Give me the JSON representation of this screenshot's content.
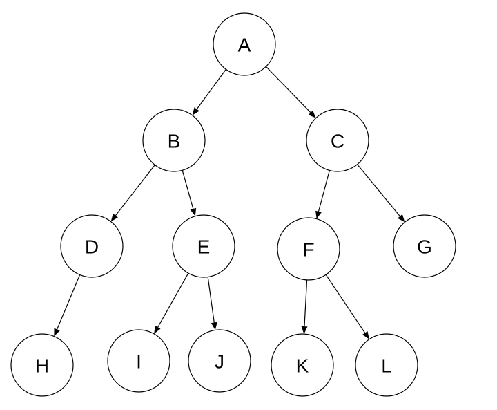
{
  "diagram": {
    "type": "tree",
    "nodes": [
      {
        "id": "A",
        "label": "A"
      },
      {
        "id": "B",
        "label": "B"
      },
      {
        "id": "C",
        "label": "C"
      },
      {
        "id": "D",
        "label": "D"
      },
      {
        "id": "E",
        "label": "E"
      },
      {
        "id": "F",
        "label": "F"
      },
      {
        "id": "G",
        "label": "G"
      },
      {
        "id": "H",
        "label": "H"
      },
      {
        "id": "I",
        "label": "I"
      },
      {
        "id": "J",
        "label": "J"
      },
      {
        "id": "K",
        "label": "K"
      },
      {
        "id": "L",
        "label": "L"
      }
    ],
    "edges": [
      {
        "from": "A",
        "to": "B"
      },
      {
        "from": "A",
        "to": "C"
      },
      {
        "from": "B",
        "to": "D"
      },
      {
        "from": "B",
        "to": "E"
      },
      {
        "from": "C",
        "to": "F"
      },
      {
        "from": "C",
        "to": "G"
      },
      {
        "from": "D",
        "to": "H"
      },
      {
        "from": "E",
        "to": "I"
      },
      {
        "from": "E",
        "to": "J"
      },
      {
        "from": "F",
        "to": "K"
      },
      {
        "from": "F",
        "to": "L"
      }
    ],
    "colors": {
      "stroke": "#000000",
      "fill": "#ffffff",
      "text": "#000000"
    }
  }
}
